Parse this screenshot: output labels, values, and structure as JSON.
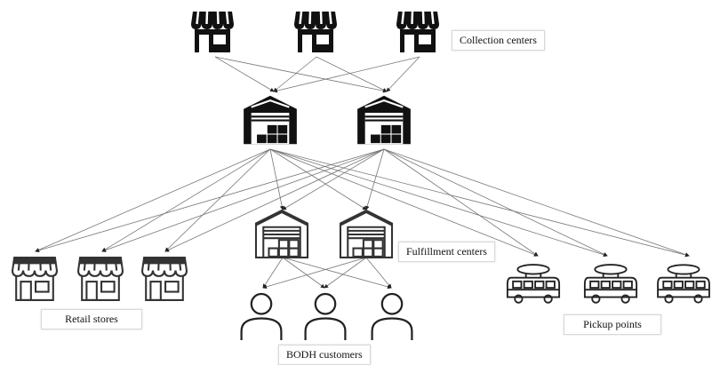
{
  "labels": {
    "collection_centers": "Collection centers",
    "fulfillment_centers": "Fulfillment centers",
    "retail_stores": "Retail stores",
    "pickup_points": "Pickup points",
    "bodh_customers": "BODH customers"
  },
  "icons": {
    "collection_center": "store-icon",
    "warehouse": "warehouse-icon",
    "fulfillment_center": "fulfillment-warehouse-icon",
    "retail_store": "store-icon",
    "pickup_point": "van-icon",
    "customer": "person-icon"
  },
  "colors": {
    "icon_dark": "#111111",
    "icon_outline": "#333333",
    "arrow": "#777777"
  }
}
